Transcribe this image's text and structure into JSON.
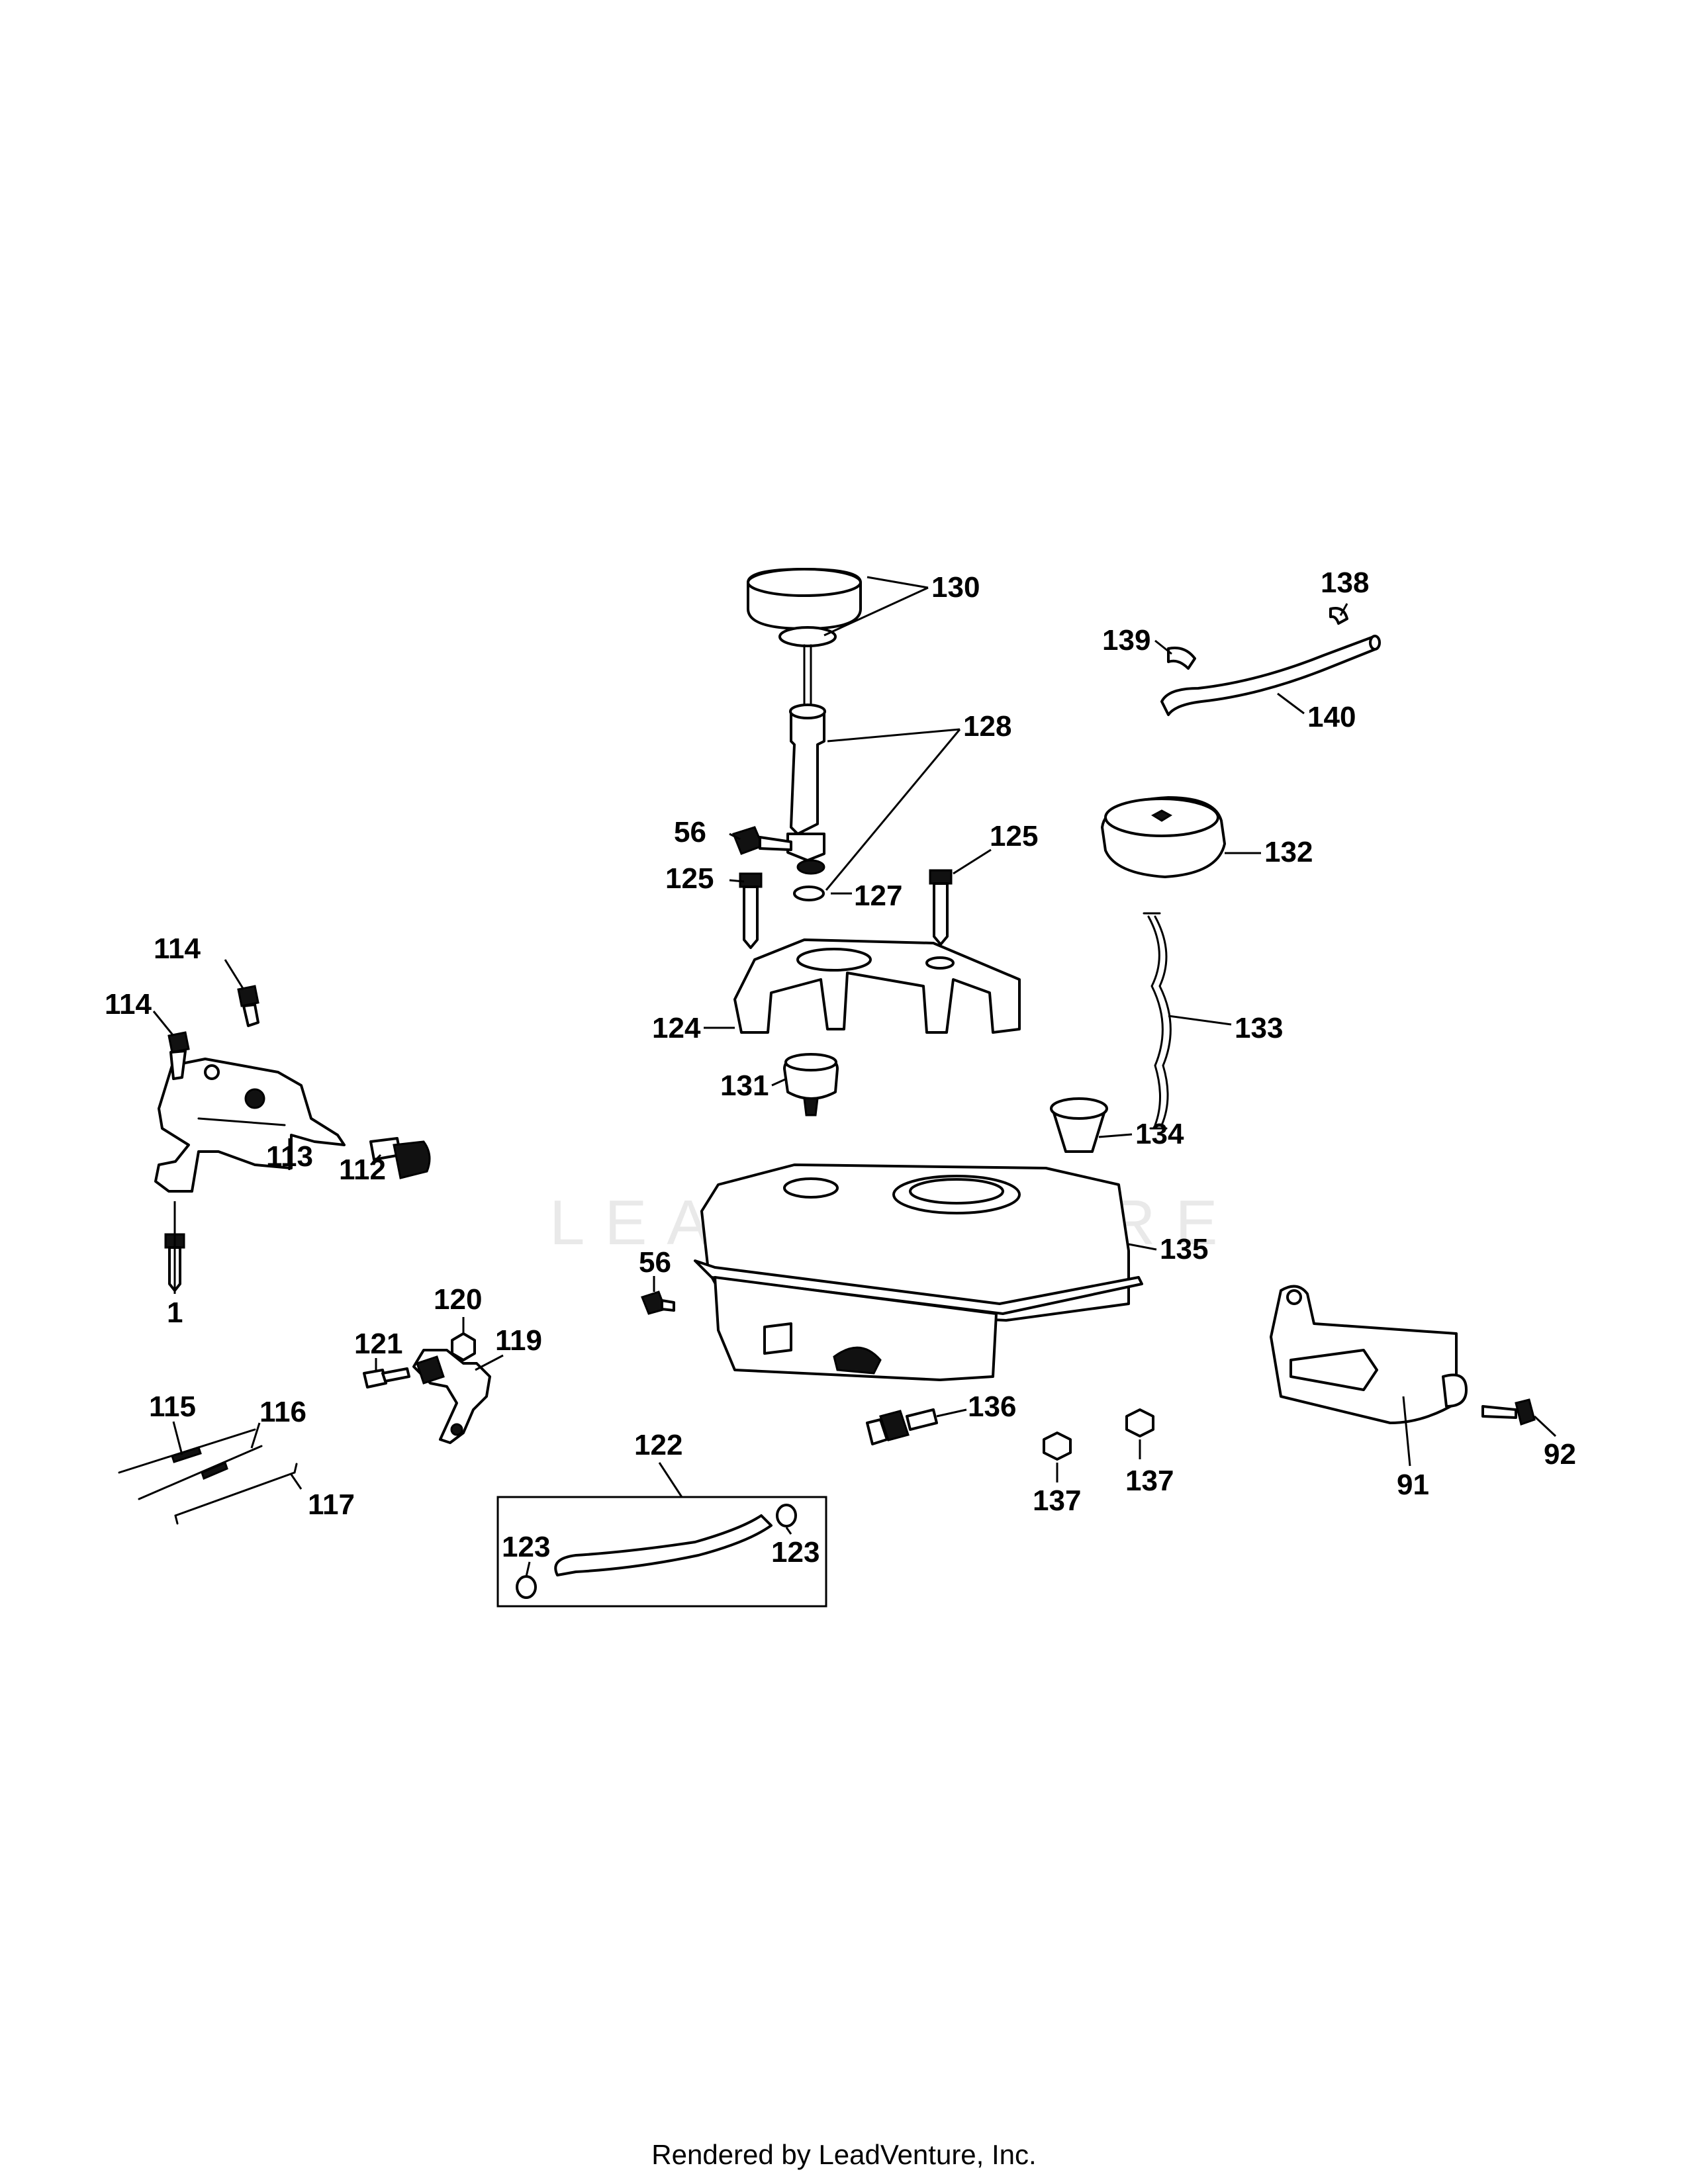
{
  "footer": "Rendered by LeadVenture, Inc.",
  "watermark": "LEADVENTURE",
  "labels": {
    "l130": "130",
    "l138": "138",
    "l139": "139",
    "l140": "140",
    "l128": "128",
    "l56a": "56",
    "l125a": "125",
    "l125b": "125",
    "l127": "127",
    "l132": "132",
    "l114a": "114",
    "l114b": "114",
    "l124": "124",
    "l133": "133",
    "l131": "131",
    "l134": "134",
    "l113": "113",
    "l112": "112",
    "l1": "1",
    "l135": "135",
    "l56b": "56",
    "l120": "120",
    "l121": "121",
    "l119": "119",
    "l115": "115",
    "l116": "116",
    "l117": "117",
    "l122": "122",
    "l123a": "123",
    "l123b": "123",
    "l136": "136",
    "l137a": "137",
    "l137b": "137",
    "l91": "91",
    "l92": "92"
  }
}
